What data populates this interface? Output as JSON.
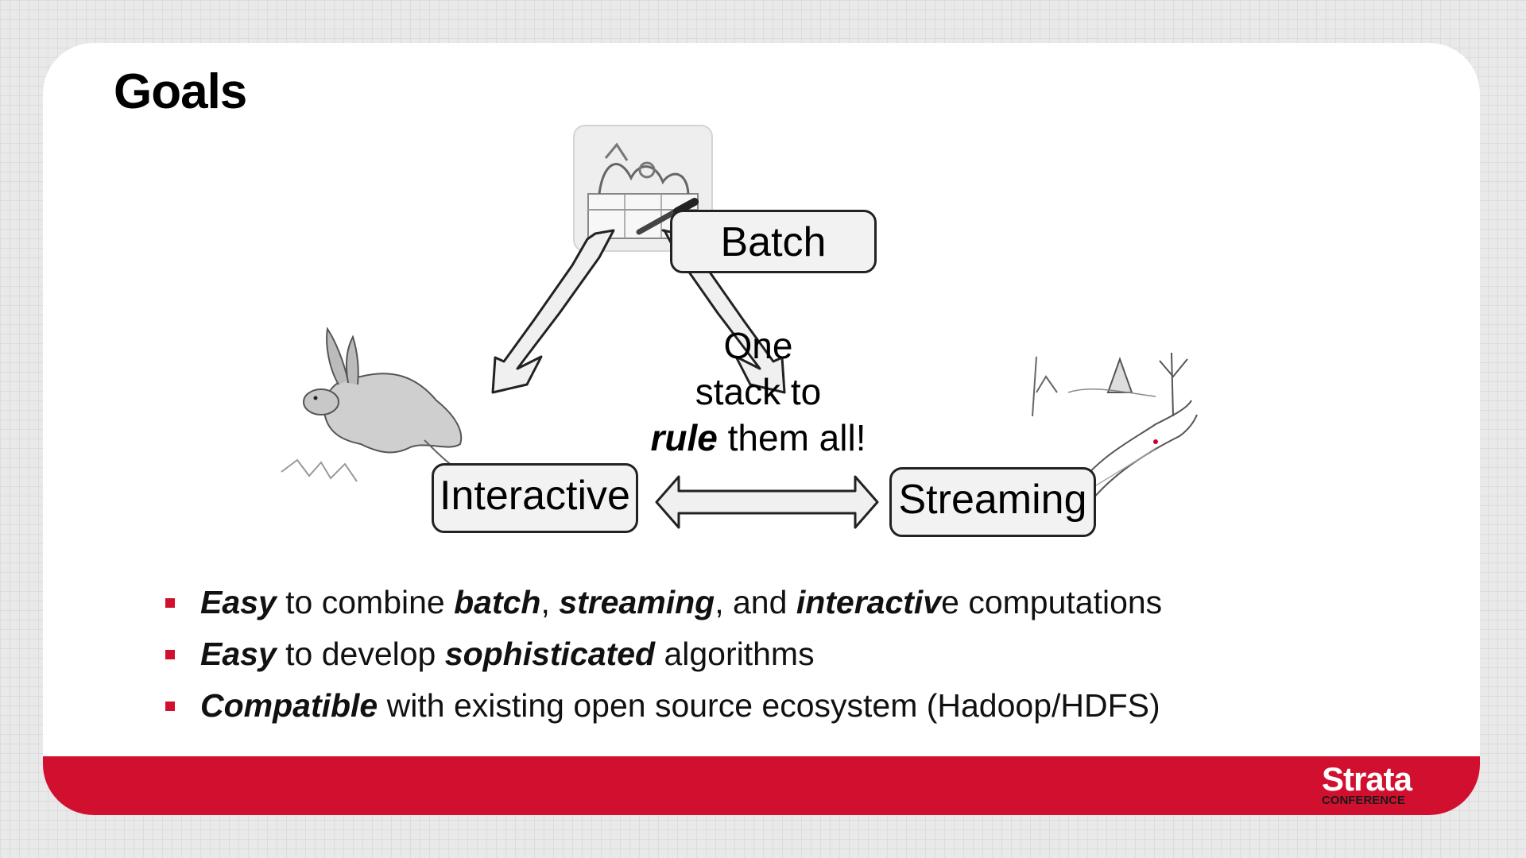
{
  "slide": {
    "title": "Goals"
  },
  "diagram": {
    "nodes": {
      "batch": "Batch",
      "interactive": "Interactive",
      "streaming": "Streaming"
    },
    "center": {
      "line1": "One",
      "line2": "stack to",
      "line3_em": "rule",
      "line3_rest": " them all!"
    }
  },
  "bullets": [
    {
      "s1_em": "Easy",
      "s2": " to combine ",
      "s3_em": "batch",
      "s4": ", ",
      "s5_em": "streaming",
      "s6": ", and ",
      "s7_em": "interactiv",
      "s8": "e computations"
    },
    {
      "s1_em": "Easy",
      "s2": " to develop ",
      "s3_em": "sophisticated",
      "s4": " algorithms"
    },
    {
      "s1_em": "Compatible",
      "s2": " with existing open source ecosystem (Hadoop/HDFS)"
    }
  ],
  "brand": {
    "name": "Strata",
    "sub": "CONFERENCE"
  },
  "colors": {
    "accent": "#d0102e",
    "node_fill": "#f2f2f2",
    "arrow_fill": "#f0f0f0"
  },
  "icons": {
    "batch": "toolbox-icon",
    "interactive": "rabbit-icon",
    "streaming": "river-icon"
  }
}
